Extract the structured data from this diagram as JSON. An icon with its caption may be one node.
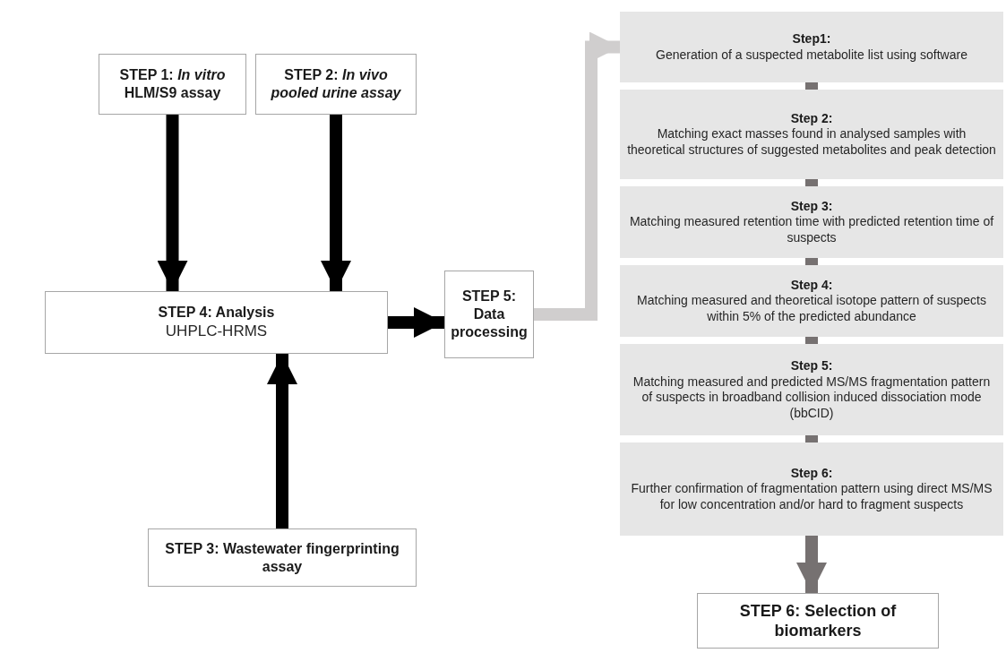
{
  "diagram": {
    "nodes": [
      {
        "text": [
          "STEP 1: *In vitro* HLM/S9 assay"
        ]
      },
      {
        "text": [
          "STEP 2: *In vivo pooled urine assay*"
        ]
      },
      {
        "text": [
          "STEP 4: Analysis",
          "UHPLC-HRMS"
        ]
      },
      {
        "text": [
          "STEP 3: Wastewater fingerprinting assay"
        ]
      },
      {
        "text": [
          "STEP 5: Data processing"
        ]
      },
      {
        "text": [
          "Step1:",
          "Generation of a suspected metabolite list using software"
        ]
      },
      {
        "text": [
          "Step 2:",
          "Matching exact masses found in analysed samples with theoretical structures of suggested metabolites and peak detection"
        ]
      },
      {
        "text": [
          "**Step 3**:",
          "Matching measured retention time with predicted retention time of suspects"
        ]
      },
      {
        "text": [
          "Step 4:",
          "Matching measured and theoretical isotope pattern of suspects within 5% of the predicted abundance"
        ]
      },
      {
        "text": [
          "Step 5:",
          "Matching measured and predicted MS/MS fragmentation pattern of suspects in broadband collision induced dissociation mode (bbCID)"
        ]
      },
      {
        "text": [
          "Step 6:",
          "Further confirmation of fragmentation pattern using direct MS/MS for low concentration and/or hard to fragment suspects"
        ]
      },
      {
        "text": [
          "STEP 6: Selection of biomarkers"
        ]
      }
    ],
    "edges": [
      {
        "from": 0,
        "to": 2,
        "arrow": "to",
        "color": "#000000"
      },
      {
        "from": 1,
        "to": 2,
        "arrow": "to",
        "color": "#000000"
      },
      {
        "from": 3,
        "to": 2,
        "arrow": "to",
        "color": "#000000"
      },
      {
        "from": 2,
        "to": 4,
        "arrow": "to",
        "color": "#000000"
      },
      {
        "from": 4,
        "to": 5,
        "arrow": "to",
        "color": "#d0cece"
      },
      {
        "from": 5,
        "to": 6,
        "arrow": "none",
        "color": "#767171"
      },
      {
        "from": 6,
        "to": 7,
        "arrow": "none",
        "color": "#767171"
      },
      {
        "from": 7,
        "to": 8,
        "arrow": "none",
        "color": "#767171"
      },
      {
        "from": 8,
        "to": 9,
        "arrow": "none",
        "color": "#767171"
      },
      {
        "from": 9,
        "to": 10,
        "arrow": "none",
        "color": "#767171"
      },
      {
        "from": 10,
        "to": 11,
        "arrow": "to",
        "color": "#767171"
      }
    ]
  }
}
